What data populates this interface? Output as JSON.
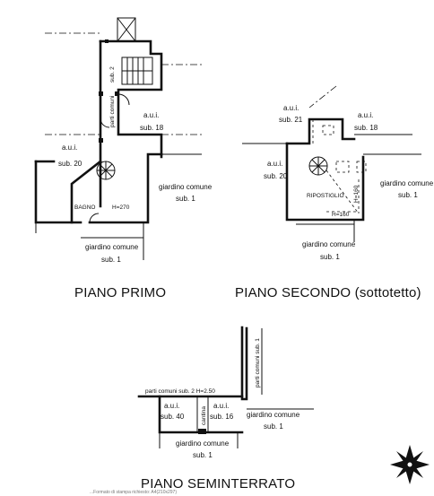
{
  "titles": {
    "primo": "PIANO PRIMO",
    "secondo": "PIANO SECONDO (sottotetto)",
    "seminterrato": "PIANO SEMINTERRATO"
  },
  "piano_primo": {
    "parti_comuni": "parti comuni",
    "sub2": "sub. 2",
    "aui_18_a": "a.u.i.",
    "aui_18_b": "sub. 18",
    "aui_20_a": "a.u.i.",
    "aui_20_b": "sub. 20",
    "giardino_right_a": "giardino comune",
    "giardino_right_b": "sub. 1",
    "bagno": "BAGNO",
    "height": "H=270",
    "giardino_bottom_a": "giardino comune",
    "giardino_bottom_b": "sub. 1"
  },
  "piano_secondo": {
    "aui_21_a": "a.u.i.",
    "aui_21_b": "sub. 21",
    "aui_18_a": "a.u.i.",
    "aui_18_b": "sub. 18",
    "aui_20_a": "a.u.i.",
    "aui_20_b": "sub. 20",
    "ripostiglio": "RIPOSTIGLIO",
    "h160_vert": "H=160",
    "h160_horiz": "H=160",
    "giardino_right_a": "giardino comune",
    "giardino_right_b": "sub. 1",
    "giardino_bottom_a": "giardino comune",
    "giardino_bottom_b": "sub. 1"
  },
  "piano_seminterrato": {
    "parti_comuni_v": "parti comuni sub. 1",
    "parti_comuni_h": "parti comuni  sub. 2  H=2.50",
    "aui_40_a": "a.u.i.",
    "aui_40_b": "sub. 40",
    "cantina": "cantina",
    "aui_16_a": "a.u.i.",
    "aui_16_b": "sub. 16",
    "giardino_right_a": "giardino comune",
    "giardino_right_b": "sub. 1",
    "giardino_bottom_a": "giardino comune",
    "giardino_bottom_b": "sub. 1"
  },
  "footer_stamp": "...Formato di stampa richiesto: A4(210x297)"
}
